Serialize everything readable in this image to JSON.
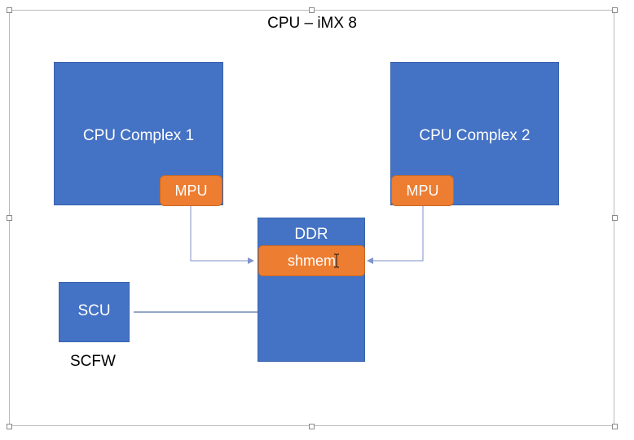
{
  "diagram": {
    "title": "CPU – iMX 8",
    "cpu_complex_1": {
      "label": "CPU Complex 1",
      "mpu_label": "MPU"
    },
    "cpu_complex_2": {
      "label": "CPU Complex 2",
      "mpu_label": "MPU"
    },
    "ddr": {
      "label": "DDR",
      "shmem_label": "shmem"
    },
    "scu": {
      "label": "SCU"
    },
    "scfw_label": "SCFW"
  },
  "colors": {
    "box_blue": "#4472c4",
    "mpu_orange": "#ed7d31",
    "connector": "#7f92c9"
  }
}
